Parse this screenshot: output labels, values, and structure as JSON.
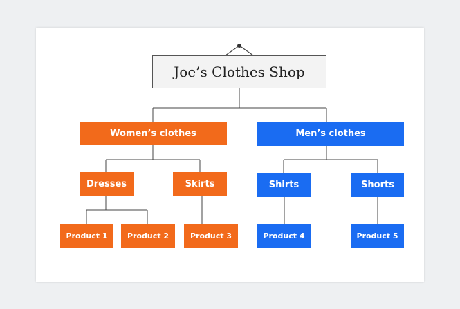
{
  "diagram": {
    "root": {
      "label": "Joe’s Clothes Shop"
    },
    "categories": [
      {
        "label": "Women’s clothes",
        "color": "#f26a1b",
        "subcategories": [
          {
            "label": "Dresses",
            "products": [
              "Product 1",
              "Product 2"
            ]
          },
          {
            "label": "Skirts",
            "products": [
              "Product 3"
            ]
          }
        ]
      },
      {
        "label": "Men’s clothes",
        "color": "#1a6cf2",
        "subcategories": [
          {
            "label": "Shirts",
            "products": [
              "Product 4"
            ]
          },
          {
            "label": "Shorts",
            "products": [
              "Product 5"
            ]
          }
        ]
      }
    ],
    "colors": {
      "women": "#f26a1b",
      "men": "#1a6cf2",
      "root_fill": "#f3f3f3",
      "line": "#444444"
    }
  }
}
